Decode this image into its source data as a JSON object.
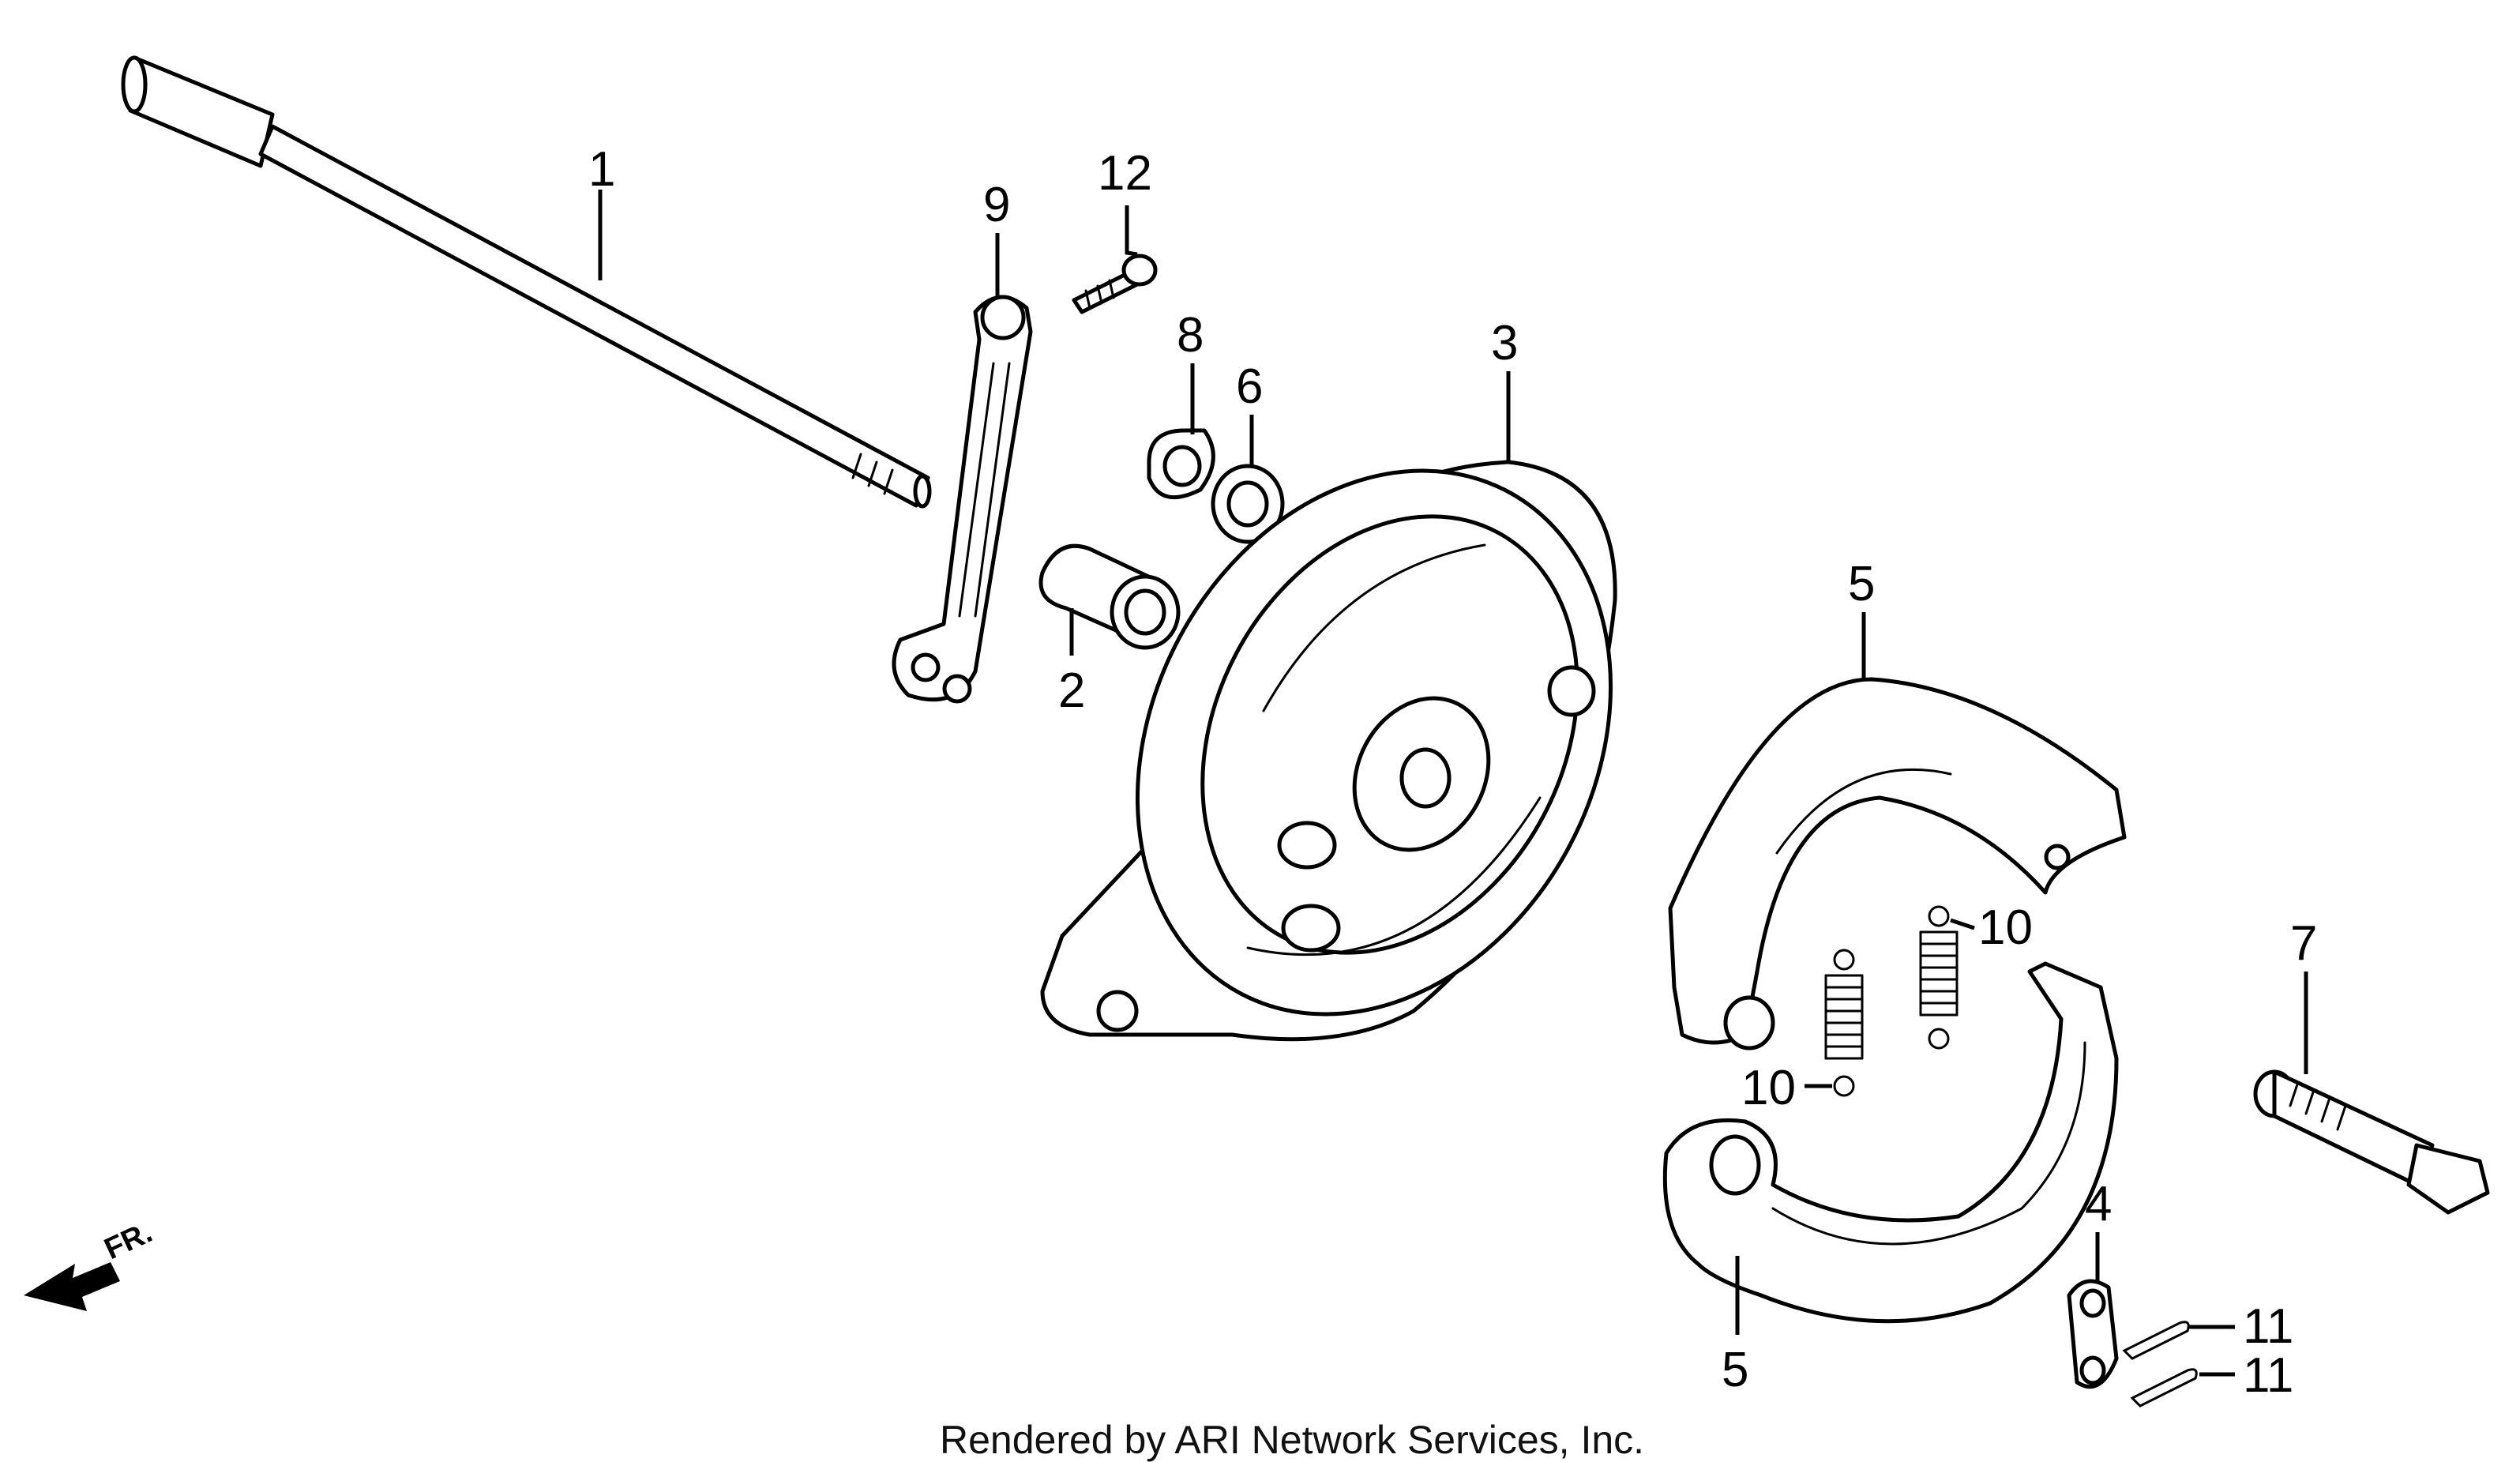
{
  "diagram": {
    "callouts": [
      {
        "id": "c1",
        "text": "1"
      },
      {
        "id": "c2",
        "text": "2"
      },
      {
        "id": "c3",
        "text": "3"
      },
      {
        "id": "c4",
        "text": "4"
      },
      {
        "id": "c5a",
        "text": "5"
      },
      {
        "id": "c5b",
        "text": "5"
      },
      {
        "id": "c6",
        "text": "6"
      },
      {
        "id": "c7",
        "text": "7"
      },
      {
        "id": "c8",
        "text": "8"
      },
      {
        "id": "c9",
        "text": "9"
      },
      {
        "id": "c10a",
        "text": "10"
      },
      {
        "id": "c10b",
        "text": "10"
      },
      {
        "id": "c11a",
        "text": "11"
      },
      {
        "id": "c11b",
        "text": "11"
      },
      {
        "id": "c12",
        "text": "12"
      }
    ],
    "front_marker": "FR.",
    "credit": "Rendered by ARI Network Services, Inc."
  }
}
